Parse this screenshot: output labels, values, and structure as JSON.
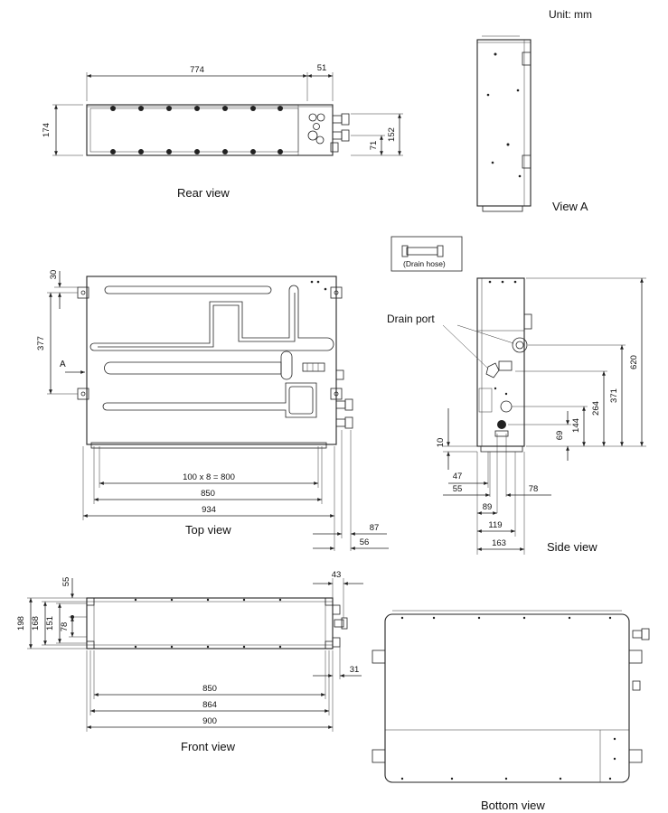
{
  "unit_label": "Unit: mm",
  "views": {
    "rear": {
      "title": "Rear view",
      "dims": {
        "length": "774",
        "right": "51",
        "height": "174",
        "h152": "152",
        "h71": "71"
      }
    },
    "view_a": {
      "title": "View A"
    },
    "top": {
      "title": "Top view",
      "marker": "A",
      "dims": {
        "d30": "30",
        "d377": "377",
        "pitch": "100 x 8 = 800",
        "d850": "850",
        "d934": "934",
        "d87": "87",
        "d56": "56"
      }
    },
    "side": {
      "title": "Side view",
      "drain_hose": "(Drain hose)",
      "drain_port": "Drain port",
      "dims": {
        "d620": "620",
        "d371": "371",
        "d264": "264",
        "d144": "144",
        "d69": "69",
        "d10": "10",
        "d47": "47",
        "d55": "55",
        "d78": "78",
        "d89": "89",
        "d119": "119",
        "d163": "163"
      }
    },
    "front": {
      "title": "Front view",
      "dims": {
        "d55": "55",
        "d43": "43",
        "d198": "198",
        "d168": "168",
        "d151": "151",
        "d78": "78",
        "d31": "31",
        "d850": "850",
        "d864": "864",
        "d900": "900"
      }
    },
    "bottom": {
      "title": "Bottom view"
    }
  }
}
